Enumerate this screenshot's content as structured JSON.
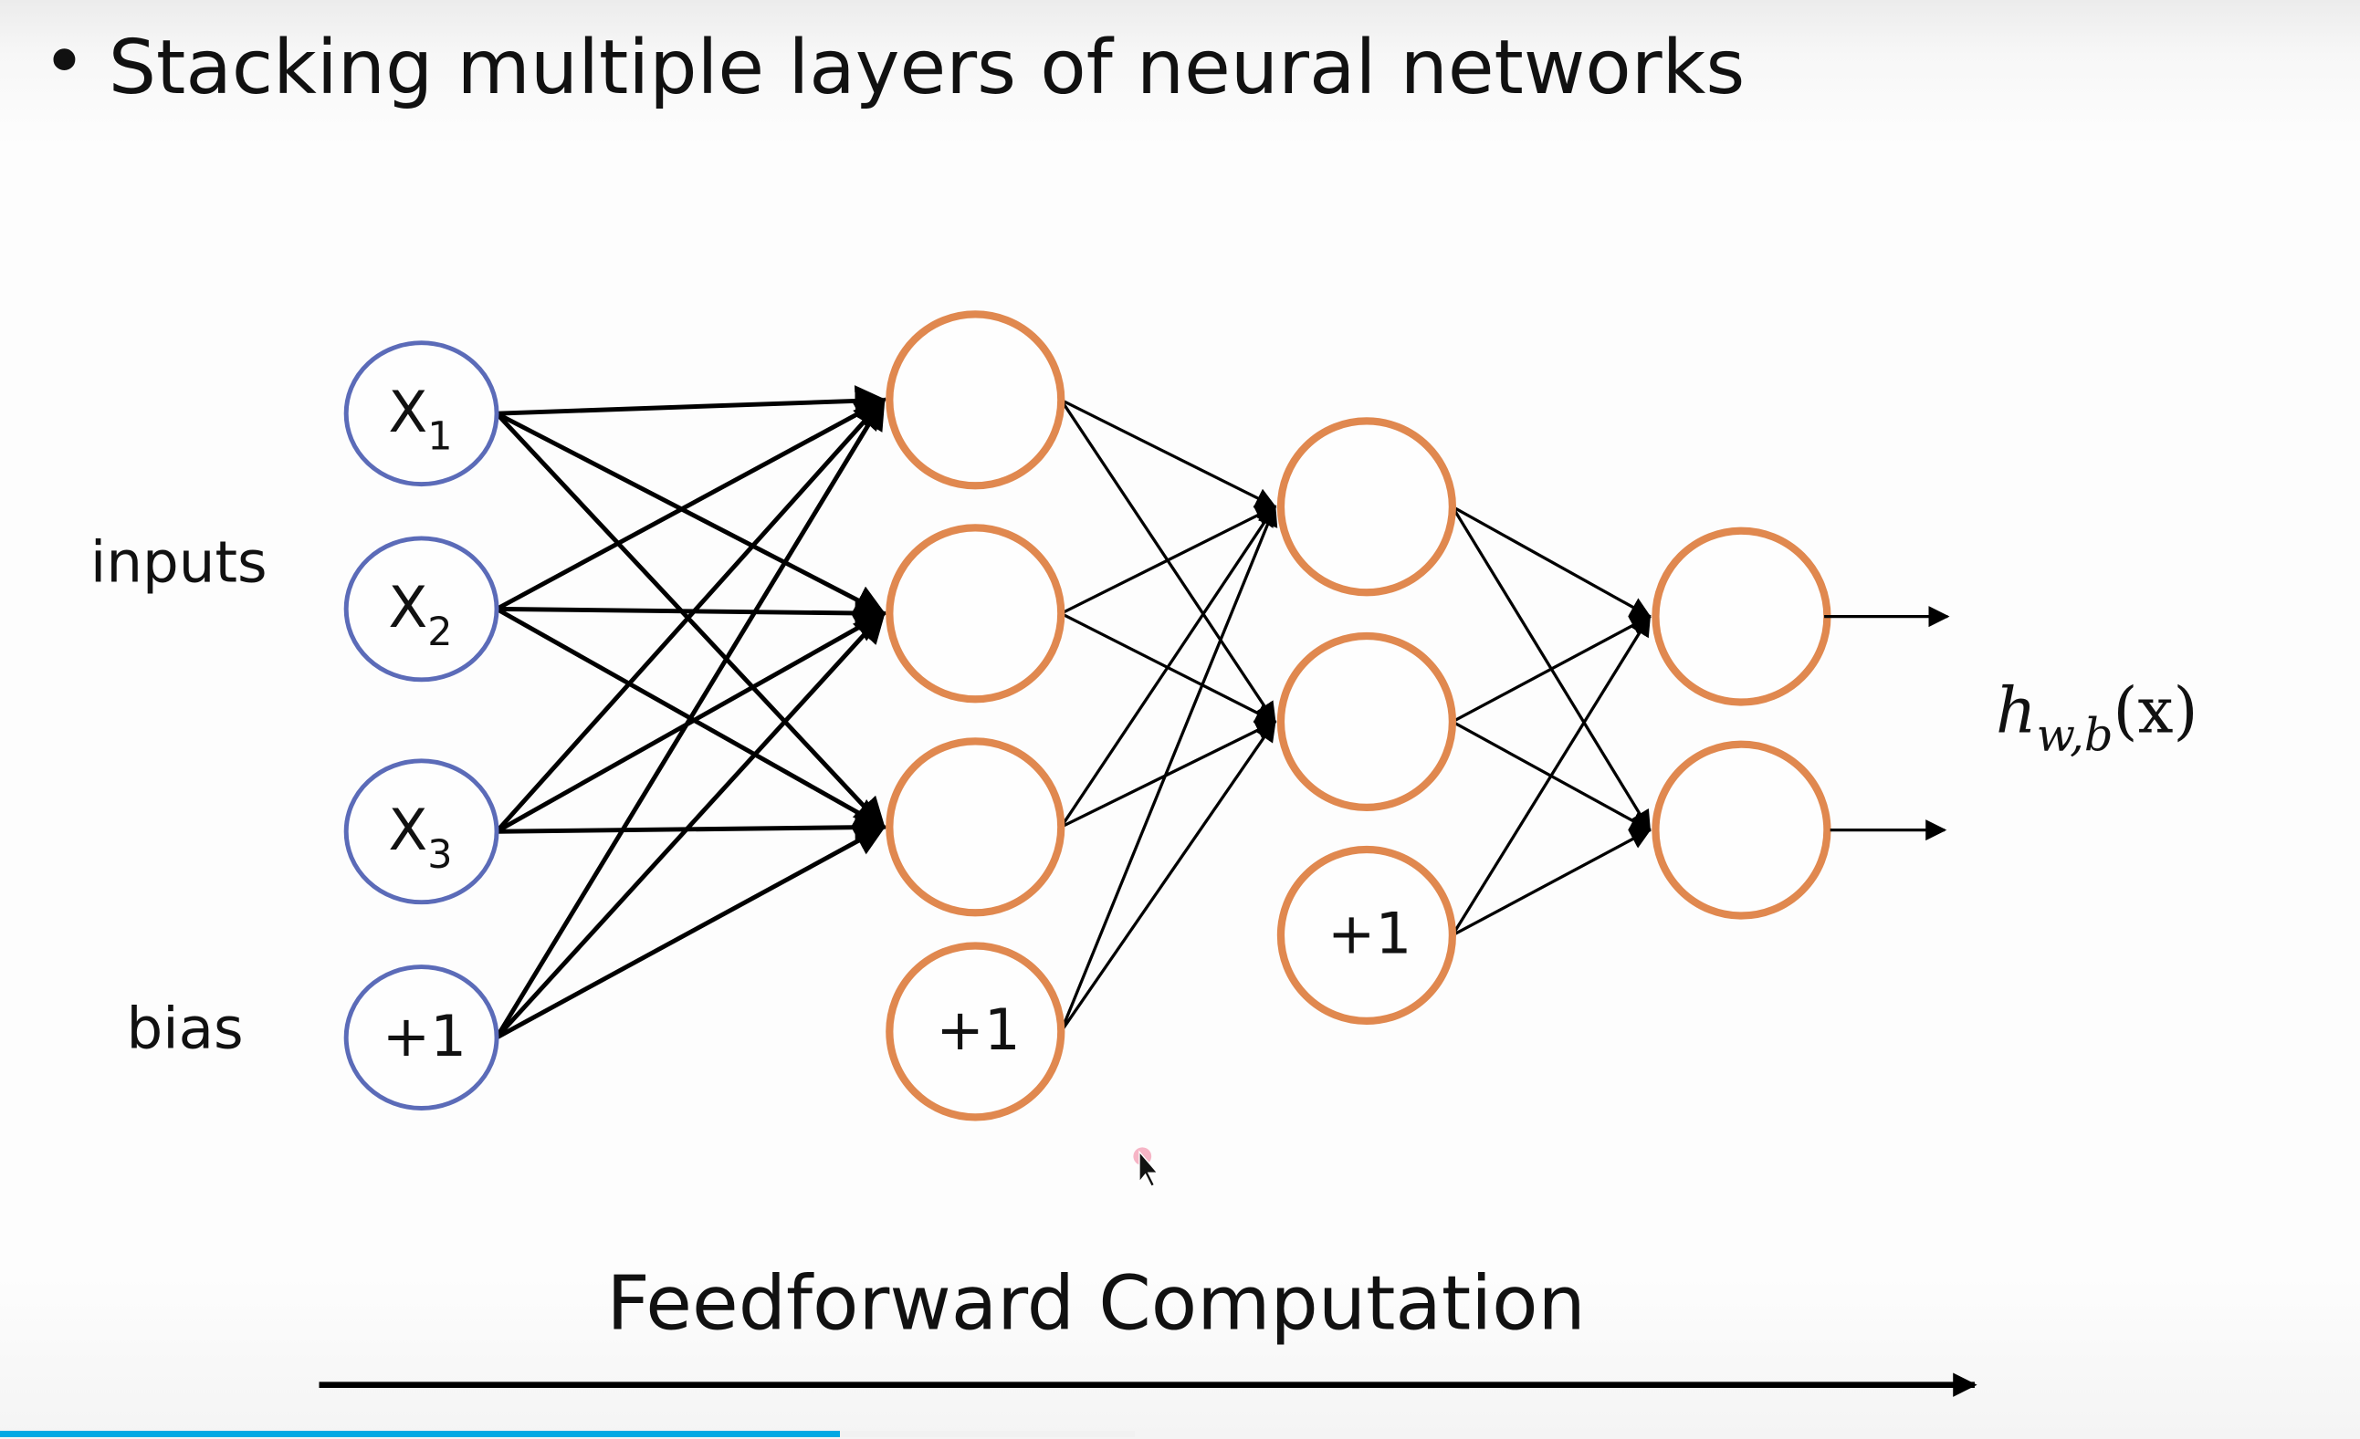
{
  "slide": {
    "bullet": "•",
    "title": "Stacking multiple layers of neural networks",
    "labels": {
      "inputs": "inputs",
      "bias": "bias"
    },
    "output_label": {
      "base": "h",
      "subscript": "w,b",
      "argument": "(x)"
    },
    "caption": "Feedforward Computation"
  },
  "network": {
    "colors": {
      "input_stroke": "#5b6bb8",
      "hidden_stroke": "#e0884f",
      "edge": "#000000"
    },
    "layers": [
      {
        "name": "input",
        "nodes": [
          {
            "label": "x",
            "sub": "1"
          },
          {
            "label": "x",
            "sub": "2"
          },
          {
            "label": "x",
            "sub": "3"
          },
          {
            "label": "+1",
            "sub": "",
            "bias": true
          }
        ]
      },
      {
        "name": "hidden-1",
        "nodes": [
          {
            "label": "",
            "sub": ""
          },
          {
            "label": "",
            "sub": ""
          },
          {
            "label": "",
            "sub": ""
          },
          {
            "label": "+1",
            "sub": "",
            "bias": true
          }
        ]
      },
      {
        "name": "hidden-2",
        "nodes": [
          {
            "label": "",
            "sub": ""
          },
          {
            "label": "",
            "sub": ""
          },
          {
            "label": "+1",
            "sub": "",
            "bias": true
          }
        ]
      },
      {
        "name": "output",
        "nodes": [
          {
            "label": "",
            "sub": ""
          },
          {
            "label": "",
            "sub": ""
          }
        ]
      }
    ]
  },
  "video": {
    "progress_played_percent": 35.6,
    "progress_buffered_percent": 48.1
  }
}
